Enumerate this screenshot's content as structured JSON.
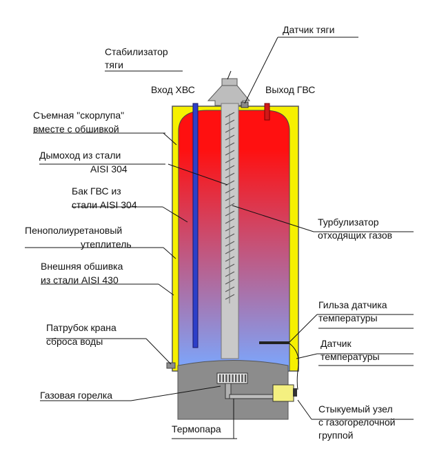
{
  "colors": {
    "shell": "#f6f000",
    "shell_stroke": "#555555",
    "tank_top": "#ff1010",
    "tank_bottom": "#7aa8ff",
    "flue": "#c9c9c9",
    "base": "#8c8c8c",
    "inlet_pipe": "#2d3fc8",
    "outlet_pipe": "#d01818",
    "assembly": "#f4f080"
  },
  "labels": {
    "draft_stabilizer": [
      "Стабилизатор",
      "тяги"
    ],
    "draft_sensor": [
      "Датчик тяги"
    ],
    "cold_inlet": [
      "Вход ХВС"
    ],
    "hot_outlet": [
      "Выход ГВС"
    ],
    "removable_shell": [
      "Съемная \"скорлупа\"",
      "вместе с обшивкой"
    ],
    "flue_pipe": [
      "Дымоход из стали",
      "AISI 304"
    ],
    "dhw_tank": [
      "Бак ГВС  из",
      "стали AISI 304"
    ],
    "insulation": [
      "Пенополиуретановый",
      "утеплитель"
    ],
    "outer_cover": [
      "Внешняя обшивка",
      "из стали AISI 430"
    ],
    "turbulator": [
      "Турбулизатор",
      "отходящих газов"
    ],
    "sensor_sleeve": [
      "Гильза датчика",
      "температуры"
    ],
    "drain_fitting": [
      "Патрубок крана",
      "сброса воды"
    ],
    "temp_sensor": [
      "Датчик",
      "температуры"
    ],
    "gas_burner": [
      "Газовая горелка"
    ],
    "docking_unit": [
      "Стыкуемый узел",
      "с газогорелочной",
      "группой"
    ],
    "thermocouple": [
      "Термопара"
    ]
  }
}
